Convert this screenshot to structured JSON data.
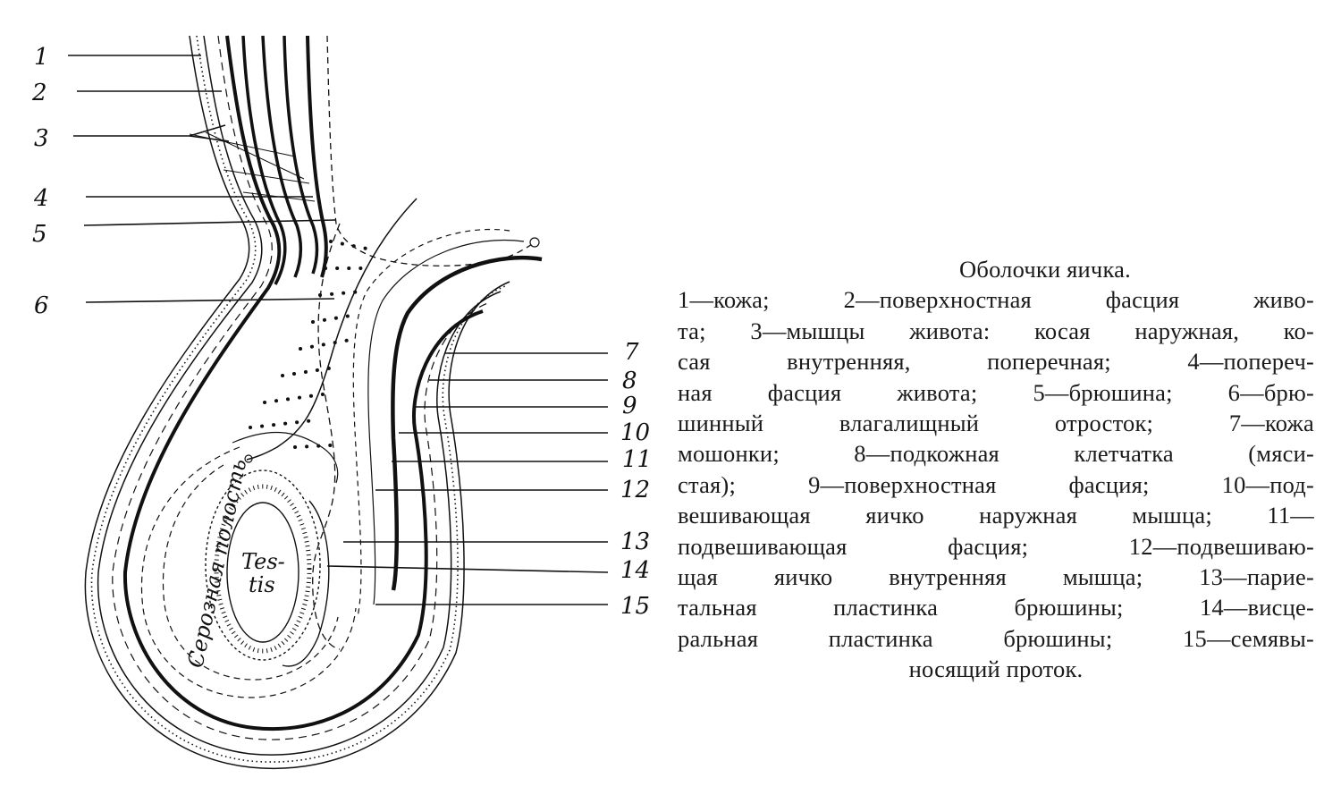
{
  "caption": {
    "title": "Оболочки яичка.",
    "lines": [
      "1—кожа; 2—поверхностная фасция живо-",
      "та; 3—мышцы живота: косая наружная, ко-",
      "сая внутренняя, поперечная; 4—попереч-",
      "ная фасция живота; 5—брюшина; 6—брю-",
      "шинный влагалищный отросток; 7—кожа",
      "мошонки; 8—подкожная клетчатка (мяси-",
      "стая); 9—поверхностная фасция; 10—под-",
      "вешивающая яичко наружная мышца; 11—",
      "подвешивающая фасция; 12—подвешиваю-",
      "щая яичко внутренняя мышца; 13—парие-",
      "тальная пластинка брюшины; 14—висце-",
      "ральная пластинка брюшины; 15—семявы-",
      "носящий проток."
    ]
  },
  "figure": {
    "left_labels": [
      "1",
      "2",
      "3",
      "4",
      "5",
      "6"
    ],
    "right_labels": [
      "7",
      "8",
      "9",
      "10",
      "11",
      "12",
      "13",
      "14",
      "15"
    ],
    "organ_label_line1": "Tes-",
    "organ_label_line2": "tis",
    "cavity_label": "Серозная полость"
  }
}
